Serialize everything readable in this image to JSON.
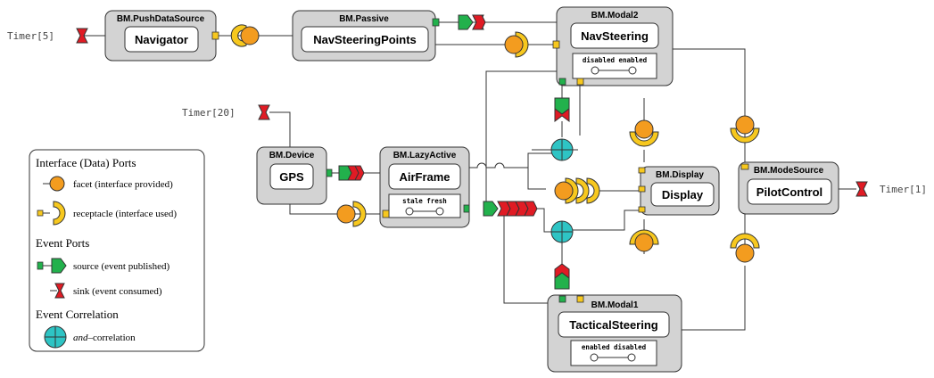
{
  "components": {
    "navigator": {
      "type": "BM.PushDataSource",
      "name": "Navigator"
    },
    "navsteeringpoints": {
      "type": "BM.Passive",
      "name": "NavSteeringPoints"
    },
    "navsteering": {
      "type": "BM.Modal2",
      "name": "NavSteering",
      "modes": "disabled enabled"
    },
    "gps": {
      "type": "BM.Device",
      "name": "GPS"
    },
    "airframe": {
      "type": "BM.LazyActive",
      "name": "AirFrame",
      "modes": "stale fresh"
    },
    "display": {
      "type": "BM.Display",
      "name": "Display"
    },
    "pilotcontrol": {
      "type": "BM.ModeSource",
      "name": "PilotControl"
    },
    "tacticalsteering": {
      "type": "BM.Modal1",
      "name": "TacticalSteering",
      "modes": "enabled disabled"
    }
  },
  "timers": {
    "t5": "Timer[5]",
    "t20": "Timer[20]",
    "t1": "Timer[1]"
  },
  "legend": {
    "interface_title": "Interface (Data) Ports",
    "facet": "facet (interface provided)",
    "receptacle": "receptacle (interface used)",
    "event_title": "Event Ports",
    "source": "source (event published)",
    "sink": "sink (event consumed)",
    "correlation_title": "Event Correlation",
    "and_word": "and",
    "and_suffix": "–correlation"
  },
  "colors": {
    "component_fill": "#d3d3d3",
    "facet": "#f39c1f",
    "receptacle": "#f7c81e",
    "source": "#22b14c",
    "sink": "#e01b24",
    "correlation": "#2ec4c4"
  }
}
